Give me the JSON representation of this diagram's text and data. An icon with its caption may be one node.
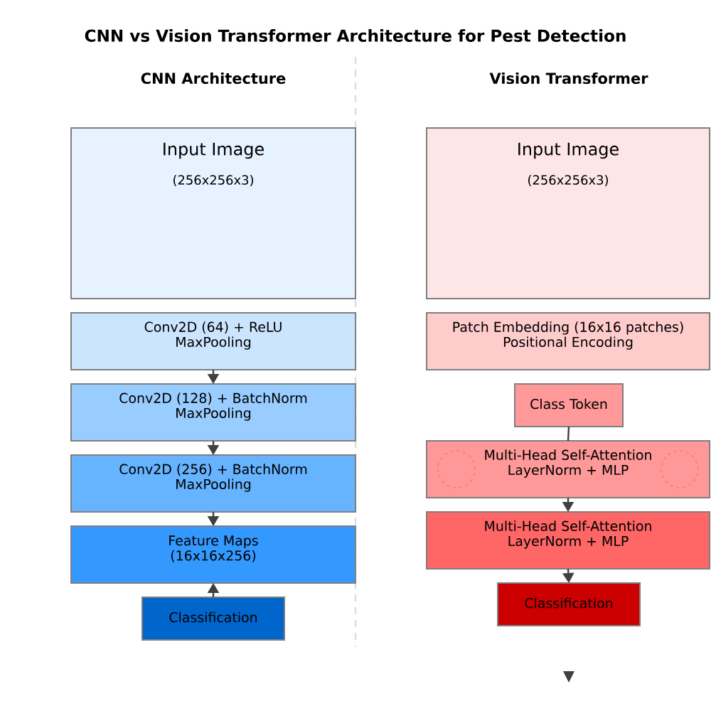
{
  "diagram": {
    "title": "CNN vs Vision Transformer Architecture for Pest Detection",
    "nodes": [
      {
        "text": [
          "Input Image",
          "(256x256x3)"
        ]
      },
      {
        "text": [
          "Conv2D (64) + ReLU",
          "MaxPooling"
        ]
      },
      {
        "text": [
          "Conv2D (128) + BatchNorm",
          "MaxPooling"
        ]
      },
      {
        "text": [
          "Conv2D (256) + BatchNorm",
          "MaxPooling"
        ]
      },
      {
        "text": [
          "Feature Maps",
          "(16x16x256)"
        ]
      },
      {
        "text": [
          "Classification"
        ]
      },
      {
        "text": [
          "Input Image",
          "(256x256x3)"
        ]
      },
      {
        "text": [
          "Patch Embedding (16x16 patches)",
          "Positional Encoding"
        ]
      },
      {
        "text": [
          "Class Token"
        ]
      },
      {
        "text": [
          "Multi-Head Self-Attention",
          "LayerNorm + MLP"
        ]
      },
      {
        "text": [
          "Multi-Head Self-Attention",
          "LayerNorm + MLP"
        ]
      },
      {
        "text": [
          "Classification"
        ]
      }
    ],
    "edges": [
      {
        "from": 1,
        "to": 2,
        "arrow": "to"
      },
      {
        "from": 2,
        "to": 3,
        "arrow": "to"
      },
      {
        "from": 3,
        "to": 4,
        "arrow": "to"
      },
      {
        "from": 5,
        "to": 4,
        "arrow": "to"
      },
      {
        "from": 8,
        "to": 9,
        "arrow": "none"
      },
      {
        "from": 9,
        "to": 10,
        "arrow": "to"
      },
      {
        "from": 10,
        "to": 11,
        "arrow": "to"
      }
    ],
    "labels": [
      "CNN Architecture",
      "Vision Transformer"
    ]
  }
}
